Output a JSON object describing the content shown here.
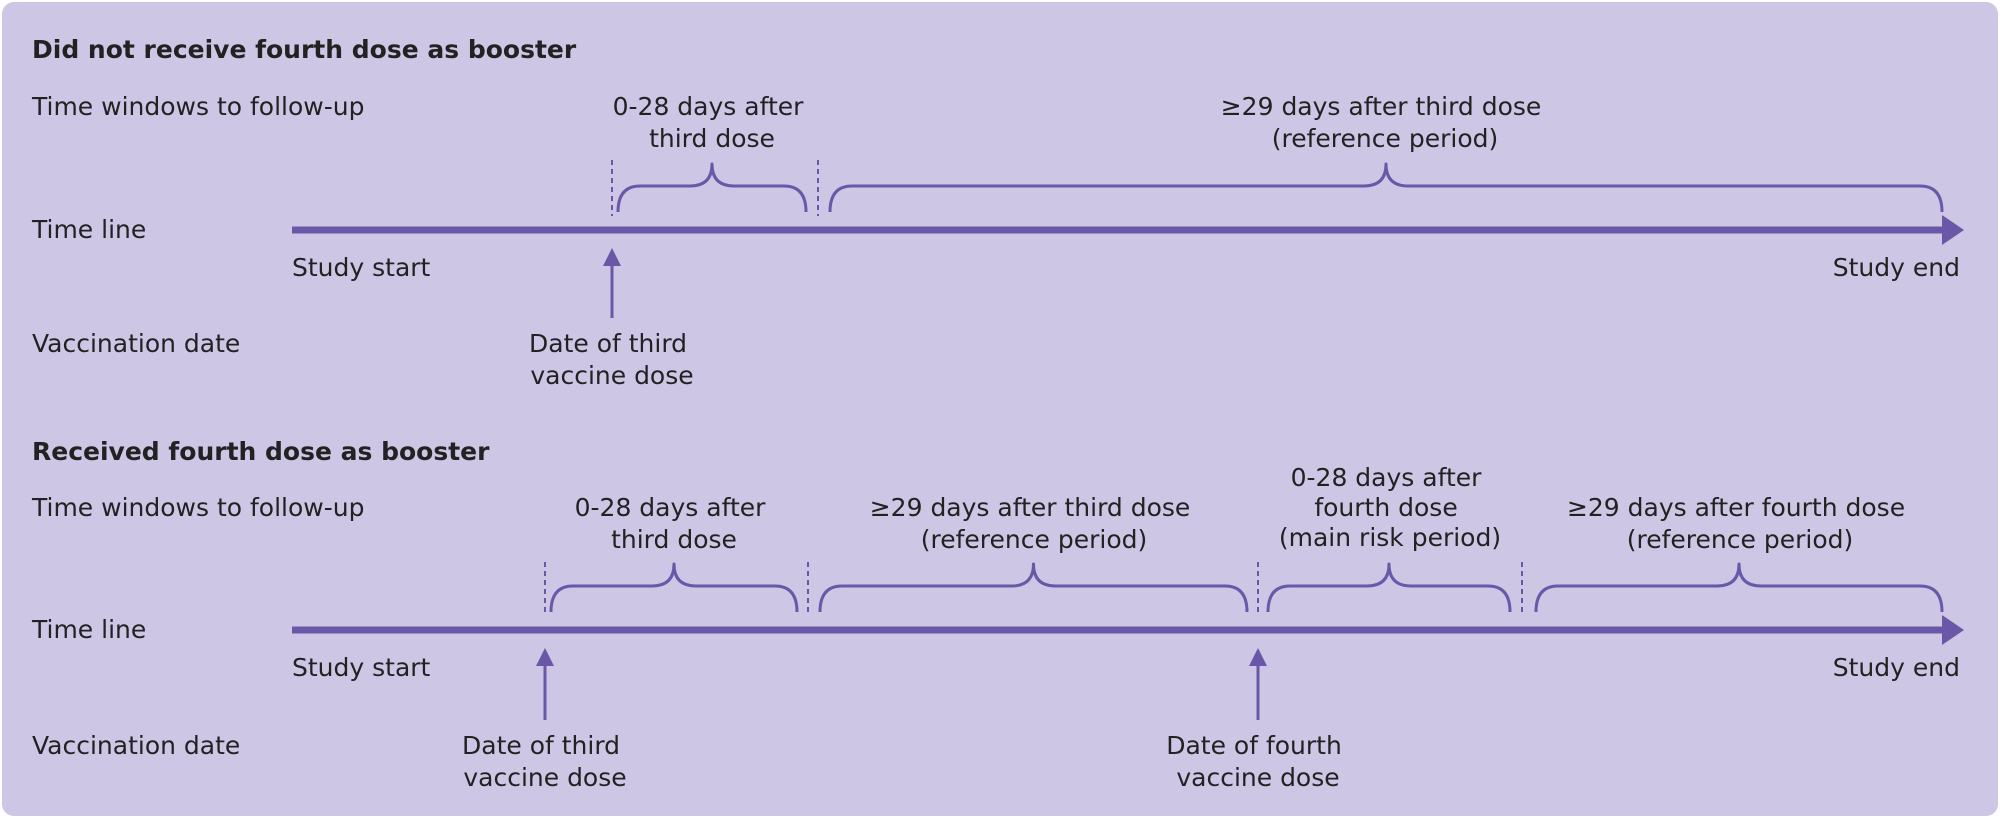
{
  "colors": {
    "background": "#cdc6e5",
    "accent": "#6a57a8",
    "text": "#222222"
  },
  "panels": [
    {
      "heading": "Did not receive fourth dose as booster",
      "row_labels": {
        "windows": "Time windows to follow-up",
        "timeline": "Time line",
        "vaccination": "Vaccination date"
      },
      "timeline_ends": {
        "start": "Study start",
        "end": "Study end"
      },
      "windows": [
        {
          "lines": [
            "0-28 days after",
            "third dose"
          ]
        },
        {
          "lines": [
            "≥29 days after third dose",
            "(reference period)"
          ]
        }
      ],
      "doses": [
        {
          "lines": [
            "Date of third",
            "vaccine dose"
          ]
        }
      ]
    },
    {
      "heading": "Received fourth dose as booster",
      "row_labels": {
        "windows": "Time windows to follow-up",
        "timeline": "Time line",
        "vaccination": "Vaccination date"
      },
      "timeline_ends": {
        "start": "Study start",
        "end": "Study end"
      },
      "windows": [
        {
          "lines": [
            "0-28 days after",
            "third dose"
          ]
        },
        {
          "lines": [
            "≥29 days after third dose",
            "(reference period)"
          ]
        },
        {
          "lines": [
            "0-28 days after",
            "fourth dose",
            "(main risk period)"
          ]
        },
        {
          "lines": [
            "≥29 days after fourth dose",
            "(reference period)"
          ]
        }
      ],
      "doses": [
        {
          "lines": [
            "Date of third",
            "vaccine dose"
          ]
        },
        {
          "lines": [
            "Date of fourth",
            "vaccine dose"
          ]
        }
      ]
    }
  ]
}
